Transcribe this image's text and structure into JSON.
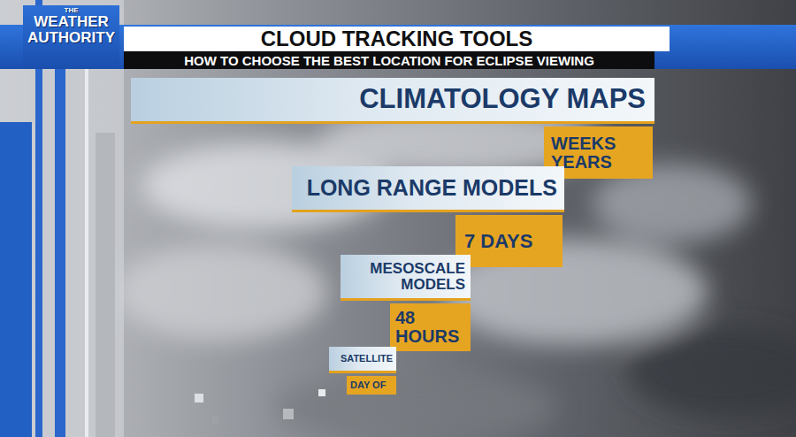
{
  "diagram": {
    "title": "CLOUD TRACKING TOOLS",
    "caption": "HOW TO CHOOSE THE BEST LOCATION FOR ECLIPSE VIEWING",
    "nodes": [
      {
        "text": [
          "THE",
          "WEATHER AUTHORITY"
        ]
      },
      {
        "text": [
          "CLIMATOLOGY MAPS"
        ]
      },
      {
        "text": [
          "WEEKS YEARS"
        ]
      },
      {
        "text": [
          "LONG RANGE MODELS"
        ]
      },
      {
        "text": [
          "7 DAYS"
        ]
      },
      {
        "text": [
          "MESOSCALE MODELS"
        ]
      },
      {
        "text": [
          "48 HOURS"
        ]
      },
      {
        "text": [
          "SATELLITE"
        ]
      },
      {
        "text": [
          "DAY OF"
        ]
      }
    ]
  }
}
